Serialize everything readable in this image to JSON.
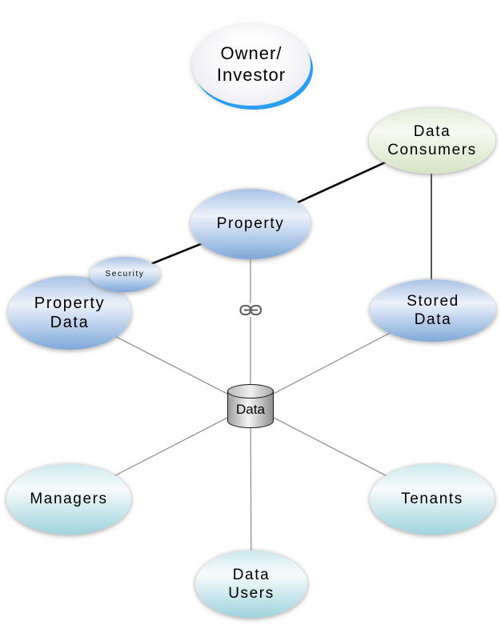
{
  "diagram": {
    "title": "",
    "nodes": {
      "owner": {
        "label": "Owner/\nInvestor",
        "shape": "ellipse",
        "color_theme": "lavender"
      },
      "data_consumers": {
        "label": "Data\nConsumers",
        "shape": "ellipse",
        "color_theme": "green"
      },
      "property": {
        "label": "Property",
        "shape": "ellipse",
        "color_theme": "blue"
      },
      "security": {
        "label": "Security",
        "shape": "ellipse",
        "color_theme": "blue"
      },
      "property_data": {
        "label": "Property\nData",
        "shape": "ellipse",
        "color_theme": "blue"
      },
      "stored_data": {
        "label": "Stored\nData",
        "shape": "ellipse",
        "color_theme": "blue"
      },
      "data_store": {
        "label": "Data",
        "shape": "cylinder",
        "color_theme": "gray"
      },
      "managers": {
        "label": "Managers",
        "shape": "ellipse",
        "color_theme": "cyan"
      },
      "tenants": {
        "label": "Tenants",
        "shape": "ellipse",
        "color_theme": "cyan"
      },
      "data_users": {
        "label": "Data\nUsers",
        "shape": "ellipse",
        "color_theme": "cyan"
      }
    },
    "edges": [
      {
        "from": "property",
        "to": "data_consumers",
        "style": "bold-black"
      },
      {
        "from": "property",
        "to": "security",
        "style": "bold-black"
      },
      {
        "from": "data_consumers",
        "to": "stored_data",
        "style": "thin-black"
      },
      {
        "from": "property",
        "to": "data_store",
        "style": "thin-gray",
        "icon": "chain-link"
      },
      {
        "from": "property_data",
        "to": "data_store",
        "style": "thin-gray"
      },
      {
        "from": "stored_data",
        "to": "data_store",
        "style": "thin-gray"
      },
      {
        "from": "managers",
        "to": "data_store",
        "style": "thin-gray"
      },
      {
        "from": "tenants",
        "to": "data_store",
        "style": "thin-gray"
      },
      {
        "from": "data_users",
        "to": "data_store",
        "style": "thin-gray"
      }
    ],
    "palette": {
      "blue_node_top": "#a9c2e4",
      "blue_node_bottom": "#7fa8d8",
      "cyan_node_bottom": "#9fd3de",
      "green_node_bottom": "#d5e4c3",
      "lavender_node_edge": "#dddbe8",
      "owner_accent_blue": "#2b9ff2",
      "line_gray": "#8a8a8a",
      "line_black": "#000000",
      "chain_icon_gray": "#5f5f5f"
    }
  }
}
